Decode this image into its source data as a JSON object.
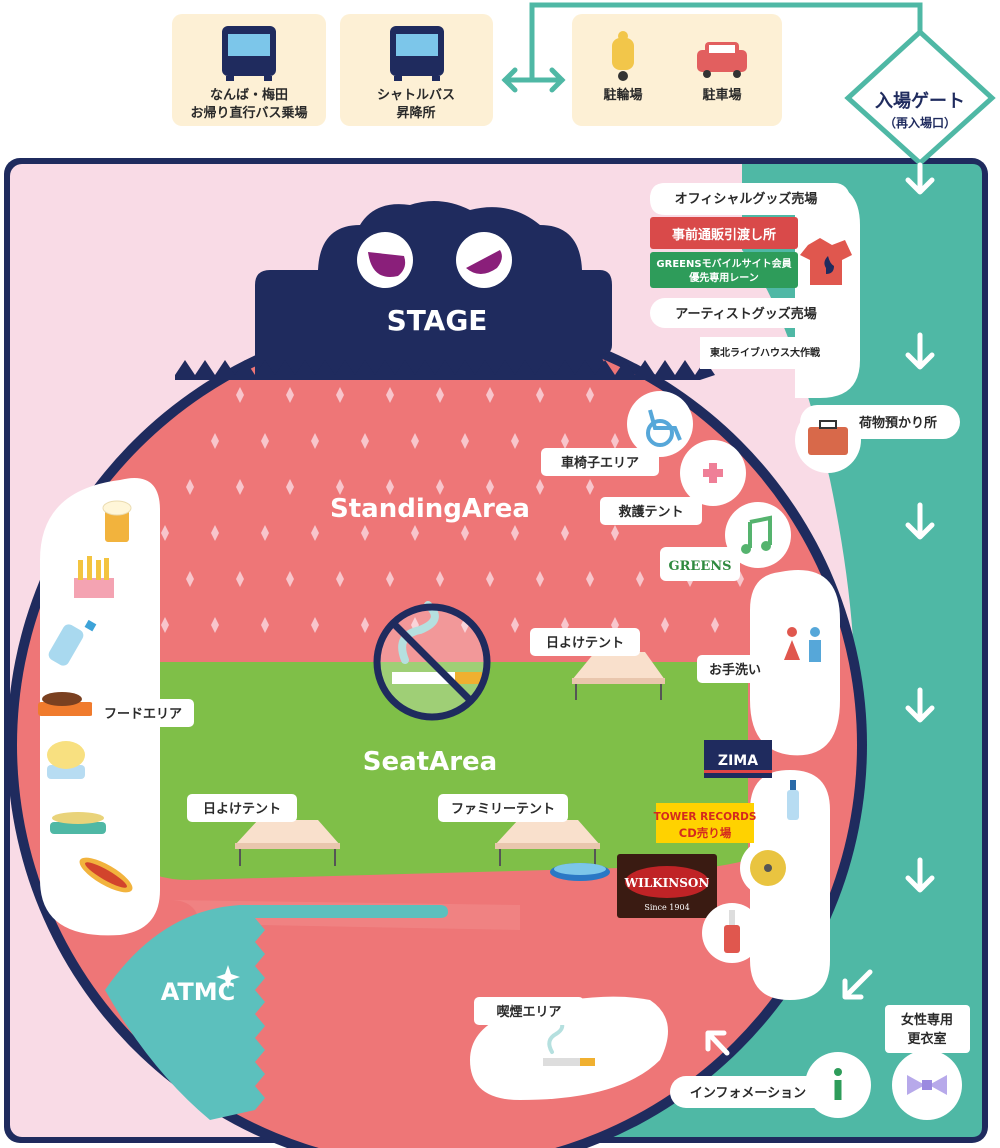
{
  "top_bar": {
    "bus_namba": [
      "なんば・梅田",
      "お帰り直行バス乗場"
    ],
    "shuttle_bus": [
      "シャトルバス",
      "昇降所"
    ],
    "bicycle_parking": "駐輪場",
    "car_parking": "駐車場"
  },
  "gate": {
    "title": "入場ゲート",
    "subtitle": "（再入場口）"
  },
  "stage": {
    "label": "STAGE"
  },
  "areas": {
    "standing": "StandingArea",
    "seat": "SeatArea",
    "atmc": "ATMC"
  },
  "right_panel": {
    "official_goods": "オフィシャルグッズ売場",
    "preorder_pickup": "事前通販引渡し所",
    "greens_lane": [
      "GREENSモバイルサイト会員",
      "優先専用レーン"
    ],
    "artist_goods": "アーティストグッズ売場",
    "tohoku_logo": "東北ライブハウス大作戦",
    "cloakroom": "荷物預かり所"
  },
  "facilities": {
    "wheelchair": "車椅子エリア",
    "first_aid": "救護テント",
    "greens": "GREENS",
    "toilet": "お手洗い",
    "sunshade_1": "日よけテント",
    "sunshade_2": "日よけテント",
    "family_tent": "ファミリーテント",
    "food_area": "フードエリア",
    "smoking_area": "喫煙エリア",
    "information": "インフォメーション",
    "changing_room": [
      "女性専用",
      "更衣室"
    ]
  },
  "sponsors": {
    "zima": "ZIMA",
    "tower_records": [
      "TOWER RECORDS",
      "CD売り場"
    ],
    "wilkinson": "WILKINSON",
    "wilkinson_since": "Since 1904"
  },
  "colors": {
    "navy": "#1f2b5e",
    "salmon": "#ee7677",
    "grass": "#7fbf48",
    "teal": "#4fb8a5",
    "pink_bg": "#f9dbe6",
    "atmc_teal": "#5cc0bd",
    "bus_card": "#fdf0d5"
  }
}
